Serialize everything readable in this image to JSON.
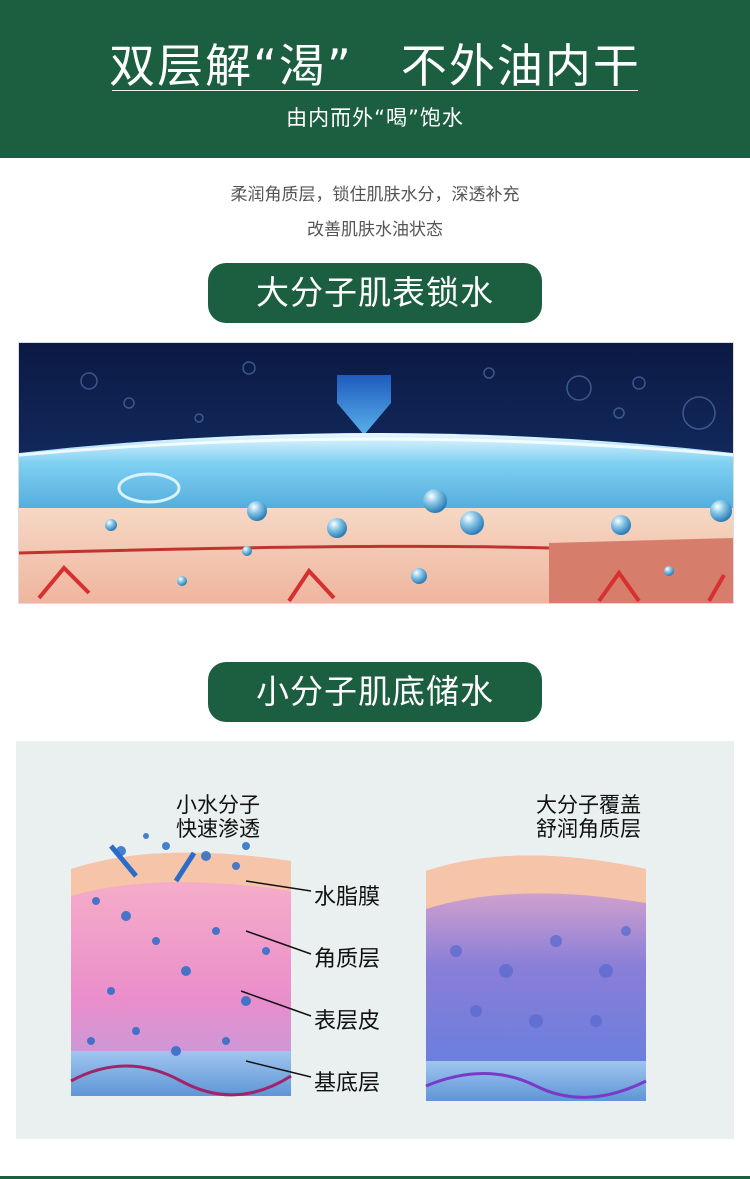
{
  "header": {
    "title": "双层解“渴”　不外油内干",
    "subtitle": "由内而外“喝”饱水"
  },
  "intro": {
    "line1": "柔润角质层，锁住肌肤水分，深透补充",
    "line2": "改善肌肤水油状态"
  },
  "section1": {
    "title": "大分子肌表锁水"
  },
  "section2": {
    "title": "小分子肌底储水",
    "left_label_line1": "小水分子",
    "left_label_line2": "快速渗透",
    "right_label_line1": "大分子覆盖",
    "right_label_line2": "舒润角质层",
    "layers": [
      "水脂膜",
      "角质层",
      "表层皮",
      "基底层"
    ]
  },
  "colors": {
    "brand_green": "#1c5e40"
  }
}
